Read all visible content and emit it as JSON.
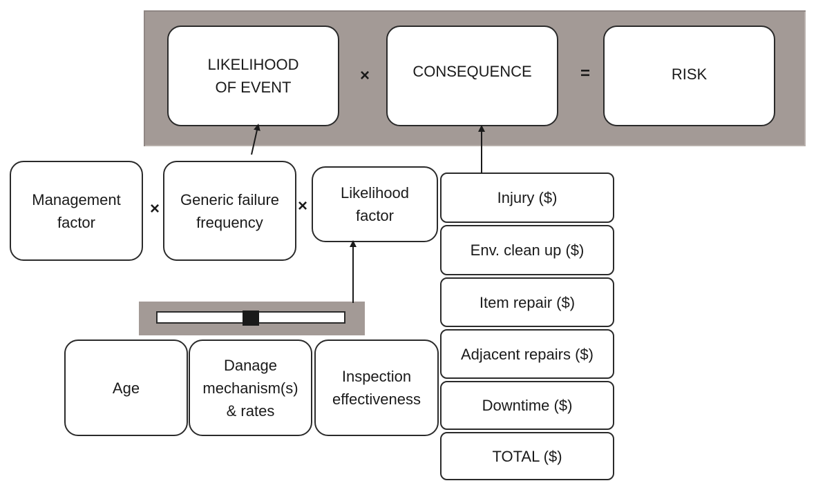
{
  "equation": {
    "likelihood": "LIKELIHOOD\nOF EVENT",
    "times": "×",
    "consequence": "CONSEQUENCE",
    "equals": "=",
    "risk": "RISK"
  },
  "likelihood_inputs": {
    "management": "Management\nfactor",
    "times_1": "×",
    "generic_failure": "Generic failure\nfrequency",
    "times_2": "×",
    "likelihood_factor": "Likelihood\nfactor"
  },
  "slider": {
    "position": 0.5
  },
  "factors": {
    "age": "Age",
    "damage": "Danage\nmechanism(s)\n& rates",
    "inspection": "Inspection\neffectiveness"
  },
  "consequence_items": [
    "Injury ($)",
    "Env. clean up ($)",
    "Item repair ($)",
    "Adjacent repairs ($)",
    "Downtime ($)",
    "TOTAL ($)"
  ]
}
